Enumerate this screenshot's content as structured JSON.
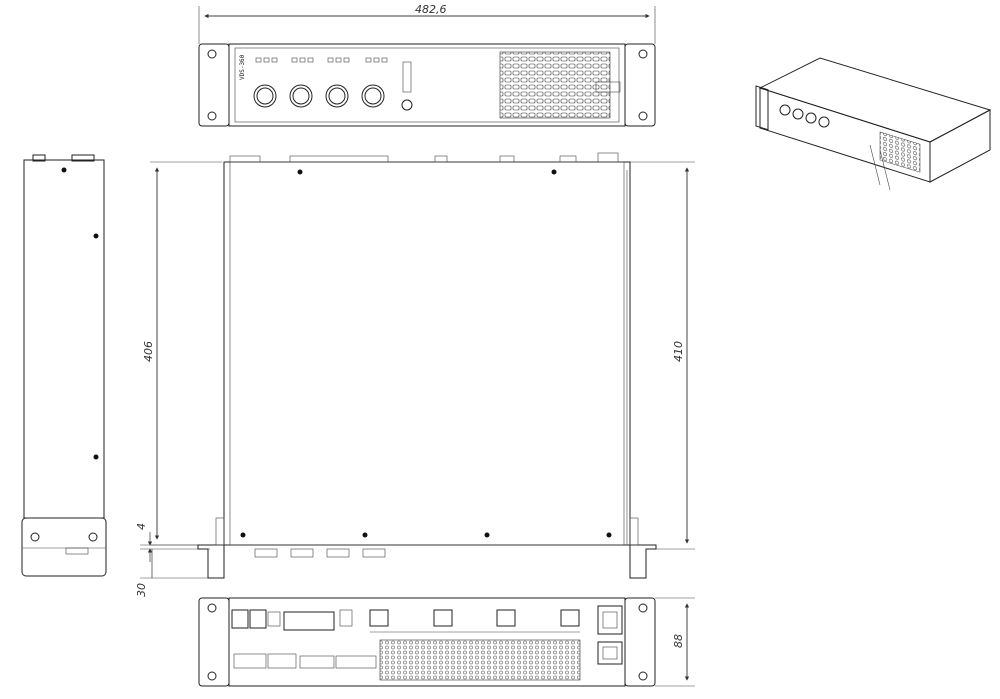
{
  "dimensions": {
    "overall_width": "482,6",
    "depth_left": "406",
    "depth_right": "410",
    "foot_height": "4",
    "foot_offset": "30",
    "rear_height": "88"
  },
  "front_panel": {
    "model_label": "VDS-360"
  }
}
